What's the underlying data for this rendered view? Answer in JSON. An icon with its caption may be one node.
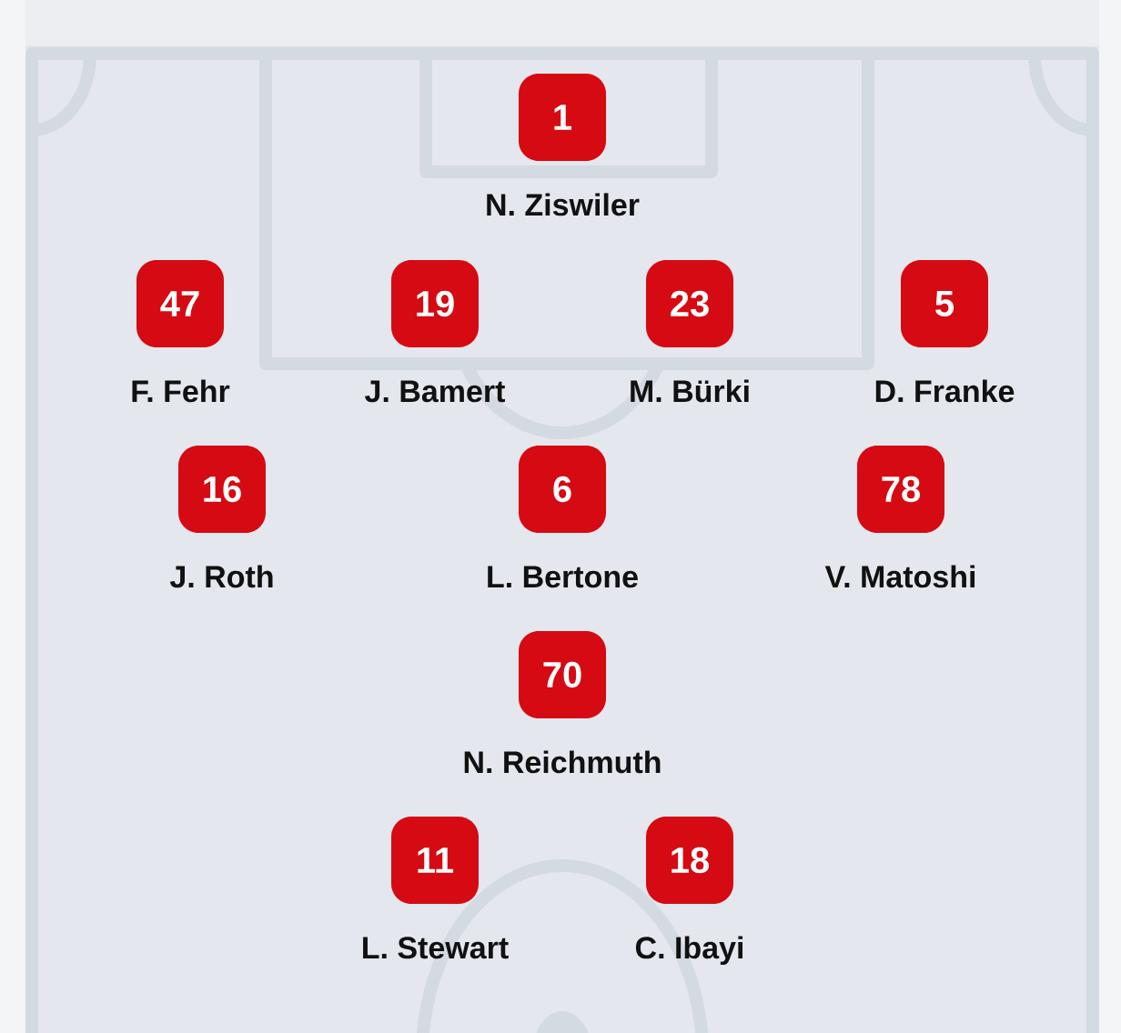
{
  "diagram": {
    "nodes": [
      {
        "text": [
          "1"
        ],
        "beside": [
          "N. Ziswiler"
        ]
      },
      {
        "text": [
          "47"
        ],
        "beside": [
          "F. Fehr"
        ]
      },
      {
        "text": [
          "19"
        ],
        "beside": [
          "J. Bamert"
        ]
      },
      {
        "text": [
          "23"
        ],
        "beside": [
          "M. Bürki"
        ]
      },
      {
        "text": [
          "5"
        ],
        "beside": [
          "D. Franke"
        ]
      },
      {
        "text": [
          "16"
        ],
        "beside": [
          "J. Roth"
        ]
      },
      {
        "text": [
          "6"
        ],
        "beside": [
          "L. Bertone"
        ]
      },
      {
        "text": [
          "78"
        ],
        "beside": [
          "V. Matoshi"
        ]
      },
      {
        "text": [
          "70"
        ],
        "beside": [
          "N. Reichmuth"
        ]
      },
      {
        "text": [
          "11"
        ],
        "beside": [
          "L. Stewart"
        ]
      },
      {
        "text": [
          "18"
        ],
        "beside": [
          "C. Ibayi"
        ]
      }
    ]
  }
}
